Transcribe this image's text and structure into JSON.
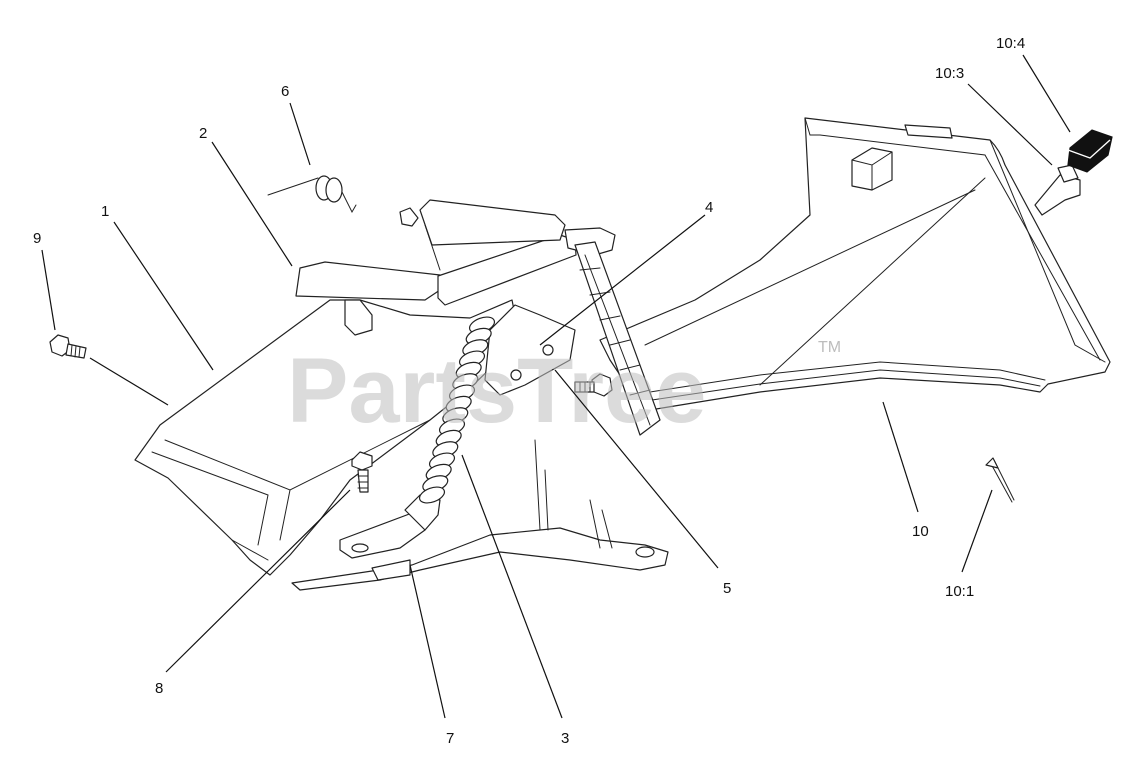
{
  "watermark": {
    "brand": "PartsTree",
    "mark": "TM"
  },
  "callouts": [
    {
      "id": "c9",
      "label": "9"
    },
    {
      "id": "c1",
      "label": "1"
    },
    {
      "id": "c2",
      "label": "2"
    },
    {
      "id": "c6",
      "label": "6"
    },
    {
      "id": "c4",
      "label": "4"
    },
    {
      "id": "c8",
      "label": "8"
    },
    {
      "id": "c7",
      "label": "7"
    },
    {
      "id": "c3",
      "label": "3"
    },
    {
      "id": "c5",
      "label": "5"
    },
    {
      "id": "c10",
      "label": "10"
    },
    {
      "id": "c101",
      "label": "10:1"
    },
    {
      "id": "c103",
      "label": "10:3"
    },
    {
      "id": "c104",
      "label": "10:4"
    }
  ]
}
